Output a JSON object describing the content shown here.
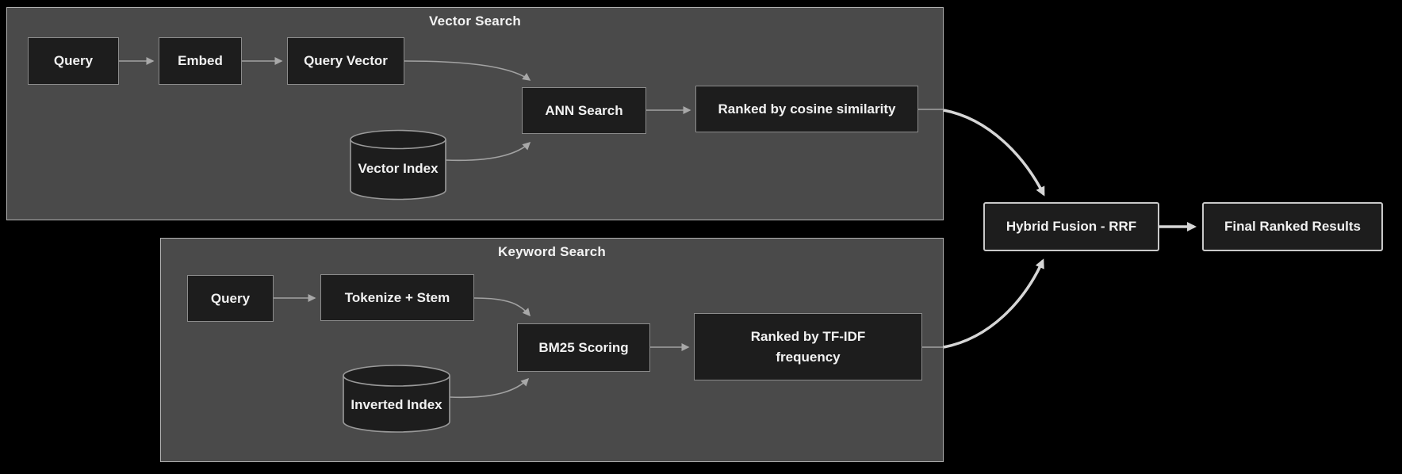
{
  "diagram": {
    "vector_search": {
      "title": "Vector Search",
      "nodes": {
        "query": "Query",
        "embed": "Embed",
        "query_vector": "Query Vector",
        "ann_search": "ANN Search",
        "ranked": "Ranked by cosine similarity",
        "vector_index": "Vector Index"
      }
    },
    "keyword_search": {
      "title": "Keyword Search",
      "nodes": {
        "query": "Query",
        "tokenize_stem": "Tokenize + Stem",
        "bm25": "BM25 Scoring",
        "ranked": "Ranked by TF-IDF frequency",
        "inverted_index": "Inverted Index"
      }
    },
    "fusion": "Hybrid Fusion - RRF",
    "final": "Final Ranked Results"
  },
  "colors": {
    "background": "#000000",
    "container_fill": "#4a4a4a",
    "container_border": "#b3b3b3",
    "node_fill": "#1d1d1d",
    "node_border": "#8c8c8c",
    "outer_node_border": "#c9c9c9",
    "edge_thin": "#a2a2a2",
    "edge_thick": "#d6d6d6",
    "text": "#f1f1f1"
  }
}
